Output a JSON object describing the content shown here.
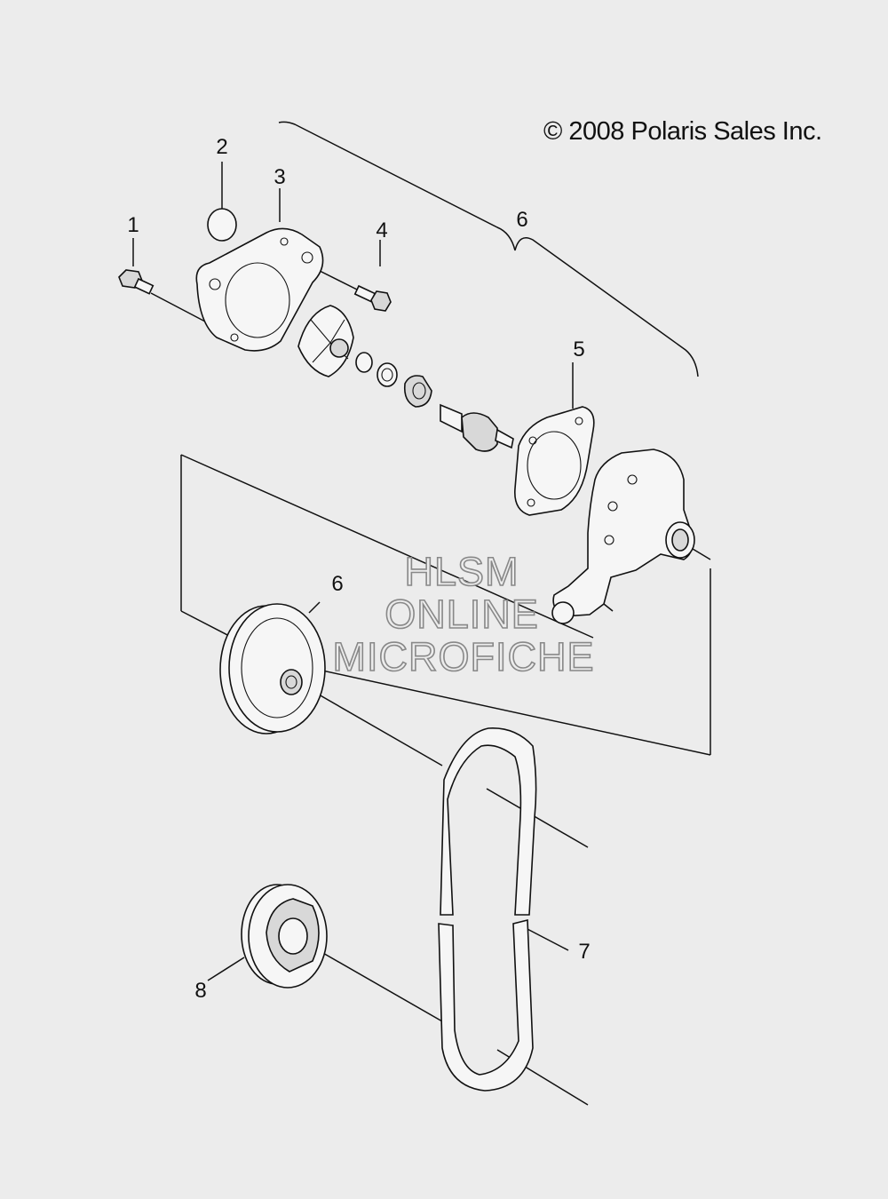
{
  "copyright": "© 2008 Polaris Sales Inc.",
  "watermark": {
    "line1": "HLSM",
    "line2": "ONLINE",
    "line3": "MICROFICHE"
  },
  "callouts": {
    "c1": "1",
    "c2": "2",
    "c3": "3",
    "c4": "4",
    "c5": "5",
    "c6a": "6",
    "c6b": "6",
    "c7": "7",
    "c8": "8"
  }
}
